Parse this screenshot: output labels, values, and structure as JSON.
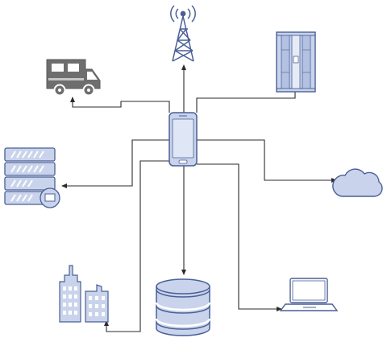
{
  "diagram": {
    "hub": {
      "icon": "smartphone-icon"
    },
    "nodes": [
      {
        "id": "antenna",
        "icon": "radio-tower-icon"
      },
      {
        "id": "rv",
        "icon": "camper-van-icon"
      },
      {
        "id": "server-rack",
        "icon": "server-rack-icon"
      },
      {
        "id": "server",
        "icon": "server-stack-icon"
      },
      {
        "id": "cloud",
        "icon": "cloud-icon"
      },
      {
        "id": "buildings",
        "icon": "city-buildings-icon"
      },
      {
        "id": "database",
        "icon": "database-icon"
      },
      {
        "id": "laptop",
        "icon": "laptop-icon"
      }
    ],
    "colors": {
      "icon_fill": "#c9d4ec",
      "icon_stroke": "#4a5f96",
      "icon_dark": "#6e6e6e",
      "wire": "#2b2b2b"
    }
  }
}
